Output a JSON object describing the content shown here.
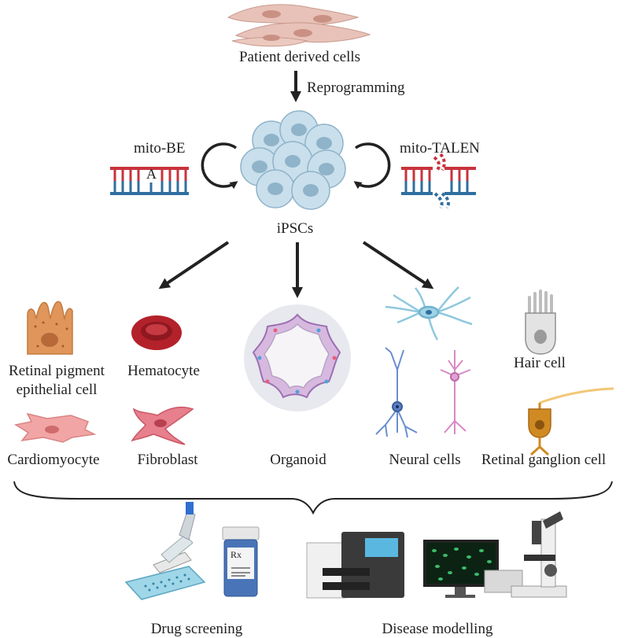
{
  "labels": {
    "patient": "Patient derived cells",
    "reprogramming": "Reprogramming",
    "mito_be": "mito-BE",
    "base_a": "A",
    "mito_talen": "mito-TALEN",
    "ipscs": "iPSCs",
    "rpe_line1": "Retinal pigment",
    "rpe_line2": "epithelial cell",
    "hematocyte": "Hematocyte",
    "hair_cell": "Hair cell",
    "cardiomyocyte": "Cardiomyocyte",
    "fibroblast": "Fibroblast",
    "organoid": "Organoid",
    "neural": "Neural cells",
    "rgc": "Retinal ganglion cell",
    "drug": "Drug screening",
    "disease": "Disease modelling",
    "rx": "Rx"
  },
  "colors": {
    "arrow": "#222222",
    "dna_red": "#c8333c",
    "dna_blue": "#2f6f9f",
    "ipsc": "#bcd6e6",
    "rpe": "#e0965a",
    "rbc": "#b3212a",
    "neuron_blue": "#9fd3e6",
    "neuron_pink": "#d989c6",
    "rgc": "#d08a22",
    "cardio": "#f2a5a5",
    "fibro": "#e77f8c"
  }
}
